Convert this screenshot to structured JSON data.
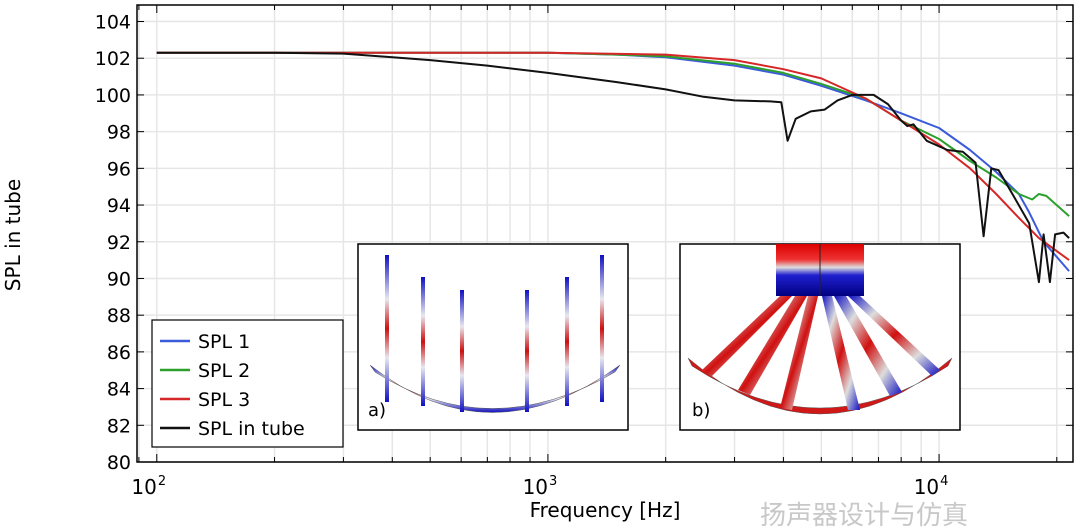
{
  "chart_data": {
    "type": "line",
    "title": "",
    "xlabel": "Frequency [Hz]",
    "ylabel": "SPL in tube",
    "xscale": "log",
    "xlim": [
      89,
      22000
    ],
    "ylim": [
      80,
      104.9
    ],
    "grid": true,
    "x_ticks": [
      {
        "base": "10",
        "exp": "2",
        "value": 100
      },
      {
        "base": "10",
        "exp": "3",
        "value": 1000
      },
      {
        "base": "10",
        "exp": "4",
        "value": 10000
      }
    ],
    "y_ticks": [
      "80",
      "82",
      "84",
      "86",
      "88",
      "90",
      "92",
      "94",
      "96",
      "98",
      "100",
      "102",
      "104"
    ],
    "legend_position": "bottom-left",
    "series": [
      {
        "name": "SPL 1",
        "color": "#3b5bdb",
        "x": [
          100,
          1000,
          1500,
          2000,
          3000,
          4000,
          5000,
          6500,
          8000,
          10000,
          12000,
          14000,
          16000,
          17000,
          18500,
          21500
        ],
        "y": [
          102.3,
          102.3,
          102.2,
          102.05,
          101.6,
          101.1,
          100.5,
          99.7,
          99.0,
          98.2,
          97.0,
          95.8,
          94.6,
          93.6,
          92.0,
          90.4
        ]
      },
      {
        "name": "SPL 2",
        "color": "#2ca02c",
        "x": [
          100,
          1000,
          1500,
          2000,
          3000,
          4000,
          5000,
          6500,
          8000,
          10000,
          12000,
          14000,
          16000,
          17300,
          18000,
          18800,
          21500
        ],
        "y": [
          102.3,
          102.3,
          102.2,
          102.1,
          101.7,
          101.2,
          100.6,
          99.8,
          98.6,
          97.6,
          96.4,
          95.5,
          94.6,
          94.3,
          94.6,
          94.5,
          93.4
        ]
      },
      {
        "name": "SPL 3",
        "color": "#d62728",
        "x": [
          100,
          1000,
          2000,
          3000,
          4000,
          5000,
          6500,
          8000,
          10000,
          12000,
          14000,
          16000,
          18000,
          21500
        ],
        "y": [
          102.3,
          102.3,
          102.2,
          101.9,
          101.4,
          100.9,
          99.8,
          98.6,
          97.3,
          96.0,
          94.6,
          93.3,
          92.2,
          91.0
        ]
      },
      {
        "name": "SPL in tube",
        "color": "#111111",
        "x": [
          100,
          200,
          300,
          500,
          700,
          1000,
          1500,
          2000,
          2500,
          3000,
          3700,
          3950,
          4100,
          4300,
          4700,
          5100,
          5500,
          6000,
          6800,
          7400,
          8000,
          8300,
          8600,
          9300,
          10500,
          11500,
          12400,
          13000,
          13600,
          14200,
          15500,
          17000,
          18000,
          18500,
          19200,
          19800,
          20800,
          21500
        ],
        "y": [
          102.3,
          102.3,
          102.25,
          101.9,
          101.6,
          101.2,
          100.7,
          100.3,
          99.9,
          99.7,
          99.65,
          99.6,
          97.5,
          98.7,
          99.1,
          99.2,
          99.7,
          100.0,
          100.0,
          99.5,
          98.6,
          98.3,
          98.4,
          97.5,
          97.0,
          96.9,
          96.3,
          92.3,
          96.0,
          95.9,
          94.5,
          93.0,
          89.8,
          92.4,
          89.8,
          92.4,
          92.5,
          92.2
        ]
      }
    ],
    "insets": [
      {
        "label": "a)"
      },
      {
        "label": "b)"
      }
    ]
  },
  "watermark": "扬声器设计与仿真"
}
